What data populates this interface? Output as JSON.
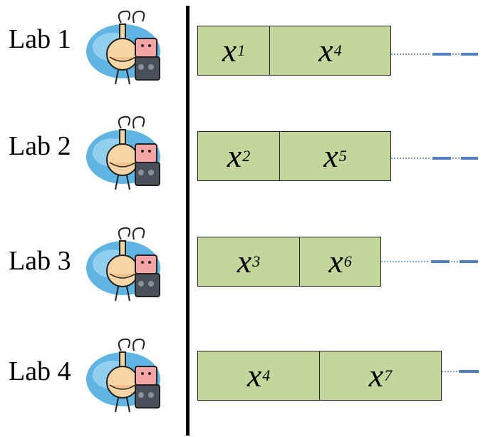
{
  "colors": {
    "cell_fill": "#c3d69b",
    "continuation": "#4f7fbf",
    "divider": "#000000"
  },
  "labs": [
    {
      "label": "Lab 1",
      "cells": [
        {
          "var": "x",
          "sub": "1"
        },
        {
          "var": "x",
          "sub": "4"
        }
      ],
      "icon": "lab-flasks-icon"
    },
    {
      "label": "Lab 2",
      "cells": [
        {
          "var": "x",
          "sub": "2"
        },
        {
          "var": "x",
          "sub": "5"
        }
      ],
      "icon": "lab-flasks-icon"
    },
    {
      "label": "Lab 3",
      "cells": [
        {
          "var": "x",
          "sub": "3"
        },
        {
          "var": "x",
          "sub": "6"
        }
      ],
      "icon": "lab-flasks-icon"
    },
    {
      "label": "Lab 4",
      "cells": [
        {
          "var": "x",
          "sub": "4"
        },
        {
          "var": "x",
          "sub": "7"
        }
      ],
      "icon": "lab-flasks-icon"
    }
  ]
}
